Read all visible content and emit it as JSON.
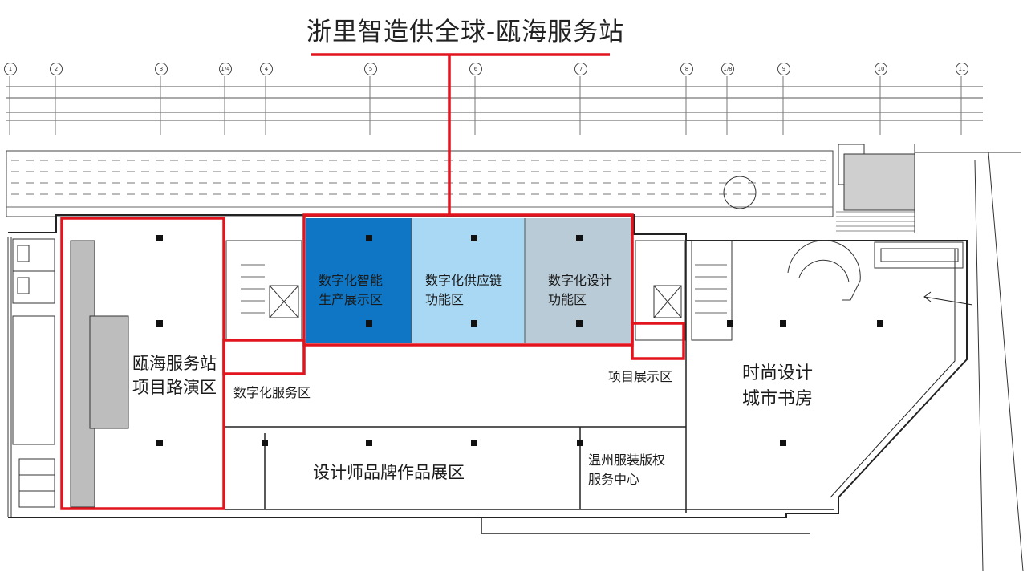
{
  "title": "浙里智造供全球-瓯海服务站",
  "accent_color": "#e2141e",
  "zones": {
    "road_show": {
      "line1": "瓯海服务站",
      "line2": "项目路演区"
    },
    "smart_production": {
      "line1": "数字化智能",
      "line2": "生产展示区",
      "color": "#0e76c4"
    },
    "supply_chain": {
      "line1": "数字化供应链",
      "line2": "功能区",
      "color": "#a8d8f4"
    },
    "design_function": {
      "line1": "数字化设计",
      "line2": "功能区",
      "color": "#b9cbd6"
    },
    "digital_service": {
      "label": "数字化服务区"
    },
    "project_display": {
      "label": "项目展示区"
    },
    "fashion_bookstore": {
      "line1": "时尚设计",
      "line2": "城市书房"
    },
    "designer_brand": {
      "label": "设计师品牌作品展区"
    },
    "copyright_center": {
      "line1": "温州服装版权",
      "line2": "服务中心"
    }
  },
  "grid_axes": [
    "1",
    "2",
    "3",
    "1/4",
    "4",
    "5",
    "6",
    "7",
    "8",
    "1/8",
    "9",
    "10",
    "11"
  ],
  "icons": [
    "elevator-icon",
    "stair-icon",
    "spiral-stair-icon",
    "door-swing-icon",
    "entrance-arrow-icon",
    "column-icon"
  ]
}
